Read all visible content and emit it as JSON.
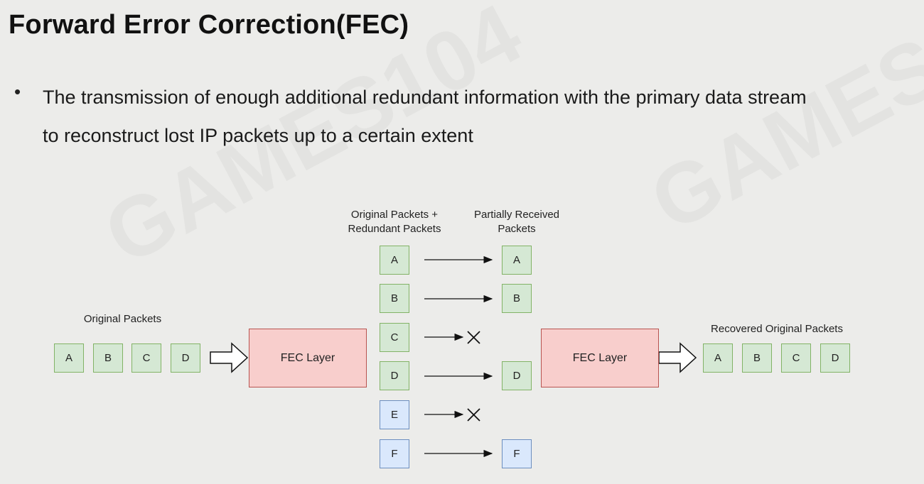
{
  "title": "Forward Error Correction(FEC)",
  "bullet": {
    "symbol": "•",
    "line1": "The transmission of enough additional redundant information with the primary data stream",
    "line2": "to reconstruct lost IP packets up to a certain extent"
  },
  "diagram": {
    "original_packets_label": "Original Packets",
    "original_packets": [
      "A",
      "B",
      "C",
      "D"
    ],
    "fec_layer_left": "FEC Layer",
    "sent_label_line1": "Original Packets +",
    "sent_label_line2": "Redundant Packets",
    "sent_packets": [
      "A",
      "B",
      "C",
      "D",
      "E",
      "F"
    ],
    "received_label_line1": "Partially Received",
    "received_label_line2": "Packets",
    "received_packets": [
      "A",
      "B",
      "D",
      "F"
    ],
    "fec_layer_right": "FEC Layer",
    "recovered_label": "Recovered Original Packets",
    "recovered_packets": [
      "A",
      "B",
      "C",
      "D"
    ],
    "colors": {
      "data_fill": "#d5e8d4",
      "data_border": "#82b366",
      "redundant_fill": "#dae8fc",
      "redundant_border": "#6c8ebf",
      "fec_fill": "#f8cecc",
      "fec_border": "#b85450"
    }
  }
}
